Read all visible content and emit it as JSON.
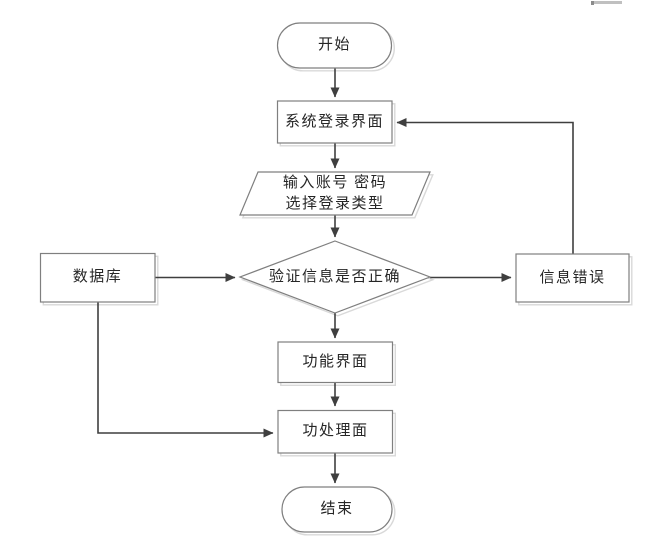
{
  "diagram": {
    "type": "flowchart",
    "language": "zh-CN",
    "colors": {
      "background": "#ffffff",
      "connector": "#3f3f3f",
      "shape_border": "#7f7f7f",
      "shape_fill": "#ffffff",
      "shadow": "#d9d9d9",
      "text": "#262626"
    },
    "nodes": {
      "start": {
        "label": "开始",
        "shape": "terminator"
      },
      "login": {
        "label": "系统登录界面",
        "shape": "process"
      },
      "input": {
        "line1": "输入账号 密码",
        "line2": "选择登录类型",
        "shape": "data-parallelogram"
      },
      "verify": {
        "label": "验证信息是否正确",
        "shape": "decision"
      },
      "database": {
        "label": "数据库",
        "shape": "process"
      },
      "error": {
        "label": "信息错误",
        "shape": "process"
      },
      "function": {
        "label": "功能界面",
        "shape": "process"
      },
      "process": {
        "label": "功处理面",
        "shape": "process"
      },
      "end": {
        "label": "结束",
        "shape": "terminator"
      }
    },
    "edges": [
      {
        "from": "start",
        "to": "login",
        "arrow": true
      },
      {
        "from": "login",
        "to": "input",
        "arrow": true
      },
      {
        "from": "input",
        "to": "verify",
        "arrow": true
      },
      {
        "from": "verify",
        "to": "function",
        "arrow": true
      },
      {
        "from": "verify",
        "to": "error",
        "arrow": true
      },
      {
        "from": "error",
        "to": "login",
        "arrow": true,
        "route": "up-then-left"
      },
      {
        "from": "database",
        "to": "verify",
        "arrow": true
      },
      {
        "from": "database",
        "to": "process",
        "arrow": true,
        "route": "down-then-right"
      },
      {
        "from": "function",
        "to": "process",
        "arrow": true
      },
      {
        "from": "process",
        "to": "end",
        "arrow": true
      }
    ]
  }
}
